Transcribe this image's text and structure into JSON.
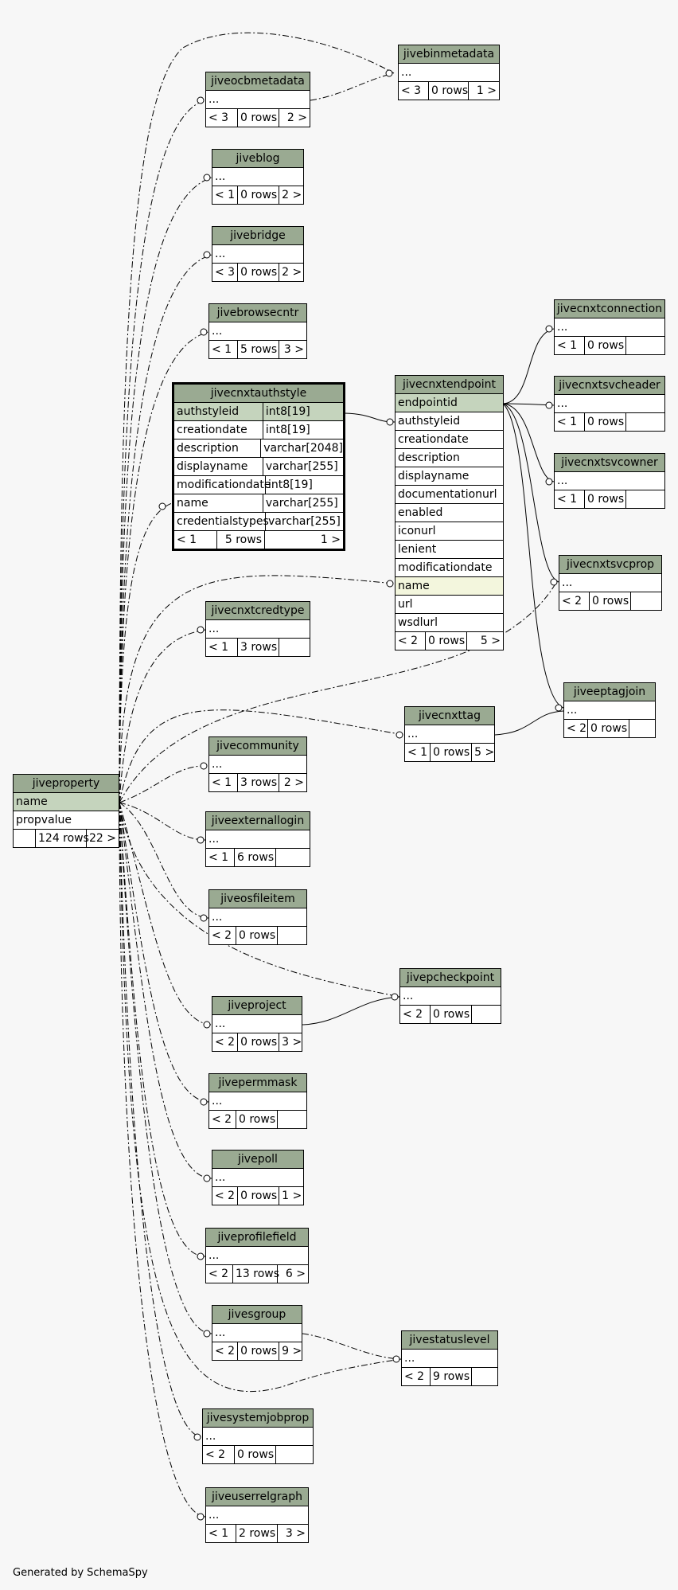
{
  "footer": "Generated by SchemaSpy",
  "tables": [
    {
      "id": "jivebinmetadata",
      "title": "jivebinmetadata",
      "rows": [
        "..."
      ],
      "footer": [
        "< 3",
        "0 rows",
        "1 >"
      ]
    },
    {
      "id": "jiveocbmetadata",
      "title": "jiveocbmetadata",
      "rows": [
        "..."
      ],
      "footer": [
        "< 3",
        "0 rows",
        "2 >"
      ]
    },
    {
      "id": "jiveblog",
      "title": "jiveblog",
      "rows": [
        "..."
      ],
      "footer": [
        "< 1",
        "0 rows",
        "2 >"
      ]
    },
    {
      "id": "jivebridge",
      "title": "jivebridge",
      "rows": [
        "..."
      ],
      "footer": [
        "< 3",
        "0 rows",
        "2 >"
      ]
    },
    {
      "id": "jivebrowsecntr",
      "title": "jivebrowsecntr",
      "rows": [
        "..."
      ],
      "footer": [
        "< 1",
        "5 rows",
        "3 >"
      ]
    },
    {
      "id": "jivecnxtauthstyle",
      "title": "jivecnxtauthstyle",
      "focus": true,
      "cols": [
        [
          "authstyleid",
          "int8[19]"
        ],
        [
          "creationdate",
          "int8[19]"
        ],
        [
          "description",
          "varchar[2048]"
        ],
        [
          "displayname",
          "varchar[255]"
        ],
        [
          "modificationdate",
          "int8[19]"
        ],
        [
          "name",
          "varchar[255]"
        ],
        [
          "credentialstypes",
          "varchar[255]"
        ]
      ],
      "footer": [
        "< 1",
        "5 rows",
        "1 >"
      ]
    },
    {
      "id": "jivecnxtendpoint",
      "title": "jivecnxtendpoint",
      "rows": [
        "endpointid",
        "authstyleid",
        "creationdate",
        "description",
        "displayname",
        "documentationurl",
        "enabled",
        "iconurl",
        "lenient",
        "modificationdate",
        "name",
        "url",
        "wsdlurl"
      ],
      "footer": [
        "< 2",
        "0 rows",
        "5 >"
      ]
    },
    {
      "id": "jivecnxtconnection",
      "title": "jivecnxtconnection",
      "rows": [
        "..."
      ],
      "footer": [
        "< 1",
        "0 rows",
        ""
      ]
    },
    {
      "id": "jivecnxtsvcheader",
      "title": "jivecnxtsvcheader",
      "rows": [
        "..."
      ],
      "footer": [
        "< 1",
        "0 rows",
        ""
      ]
    },
    {
      "id": "jivecnxtsvcowner",
      "title": "jivecnxtsvcowner",
      "rows": [
        "..."
      ],
      "footer": [
        "< 1",
        "0 rows",
        ""
      ]
    },
    {
      "id": "jivecnxtsvcprop",
      "title": "jivecnxtsvcprop",
      "rows": [
        "..."
      ],
      "footer": [
        "< 2",
        "0 rows",
        ""
      ]
    },
    {
      "id": "jivecnxtcredtype",
      "title": "jivecnxtcredtype",
      "rows": [
        "..."
      ],
      "footer": [
        "< 1",
        "3 rows",
        ""
      ]
    },
    {
      "id": "jiveeptagjoin",
      "title": "jiveeptagjoin",
      "rows": [
        "..."
      ],
      "footer": [
        "< 2",
        "0 rows",
        ""
      ]
    },
    {
      "id": "jivecnxttag",
      "title": "jivecnxttag",
      "rows": [
        "..."
      ],
      "footer": [
        "< 1",
        "0 rows",
        "5 >"
      ]
    },
    {
      "id": "jiveproperty",
      "title": "jiveproperty",
      "rows": [
        "name",
        "propvalue"
      ],
      "footer": [
        "",
        "124 rows",
        "22 >"
      ]
    },
    {
      "id": "jivecommunity",
      "title": "jivecommunity",
      "rows": [
        "..."
      ],
      "footer": [
        "< 1",
        "3 rows",
        "2 >"
      ]
    },
    {
      "id": "jiveexternallogin",
      "title": "jiveexternallogin",
      "rows": [
        "..."
      ],
      "footer": [
        "< 1",
        "6 rows",
        ""
      ]
    },
    {
      "id": "jiveosfileitem",
      "title": "jiveosfileitem",
      "rows": [
        "..."
      ],
      "footer": [
        "< 2",
        "0 rows",
        ""
      ]
    },
    {
      "id": "jivepcheckpoint",
      "title": "jivepcheckpoint",
      "rows": [
        "..."
      ],
      "footer": [
        "< 2",
        "0 rows",
        ""
      ]
    },
    {
      "id": "jiveproject",
      "title": "jiveproject",
      "rows": [
        "..."
      ],
      "footer": [
        "< 2",
        "0 rows",
        "3 >"
      ]
    },
    {
      "id": "jivepermmask",
      "title": "jivepermmask",
      "rows": [
        "..."
      ],
      "footer": [
        "< 2",
        "0 rows",
        ""
      ]
    },
    {
      "id": "jivepoll",
      "title": "jivepoll",
      "rows": [
        "..."
      ],
      "footer": [
        "< 2",
        "0 rows",
        "1 >"
      ]
    },
    {
      "id": "jiveprofilefield",
      "title": "jiveprofilefield",
      "rows": [
        "..."
      ],
      "footer": [
        "< 2",
        "13 rows",
        "6 >"
      ]
    },
    {
      "id": "jivesgroup",
      "title": "jivesgroup",
      "rows": [
        "..."
      ],
      "footer": [
        "< 2",
        "0 rows",
        "9 >"
      ]
    },
    {
      "id": "jivestatuslevel",
      "title": "jivestatuslevel",
      "rows": [
        "..."
      ],
      "footer": [
        "< 2",
        "9 rows",
        ""
      ]
    },
    {
      "id": "jivesystemjobprop",
      "title": "jivesystemjobprop",
      "rows": [
        "..."
      ],
      "footer": [
        "< 2",
        "0 rows",
        ""
      ]
    },
    {
      "id": "jiveuserrelgraph",
      "title": "jiveuserrelgraph",
      "rows": [
        "..."
      ],
      "footer": [
        "< 1",
        "2 rows",
        "3 >"
      ]
    }
  ]
}
